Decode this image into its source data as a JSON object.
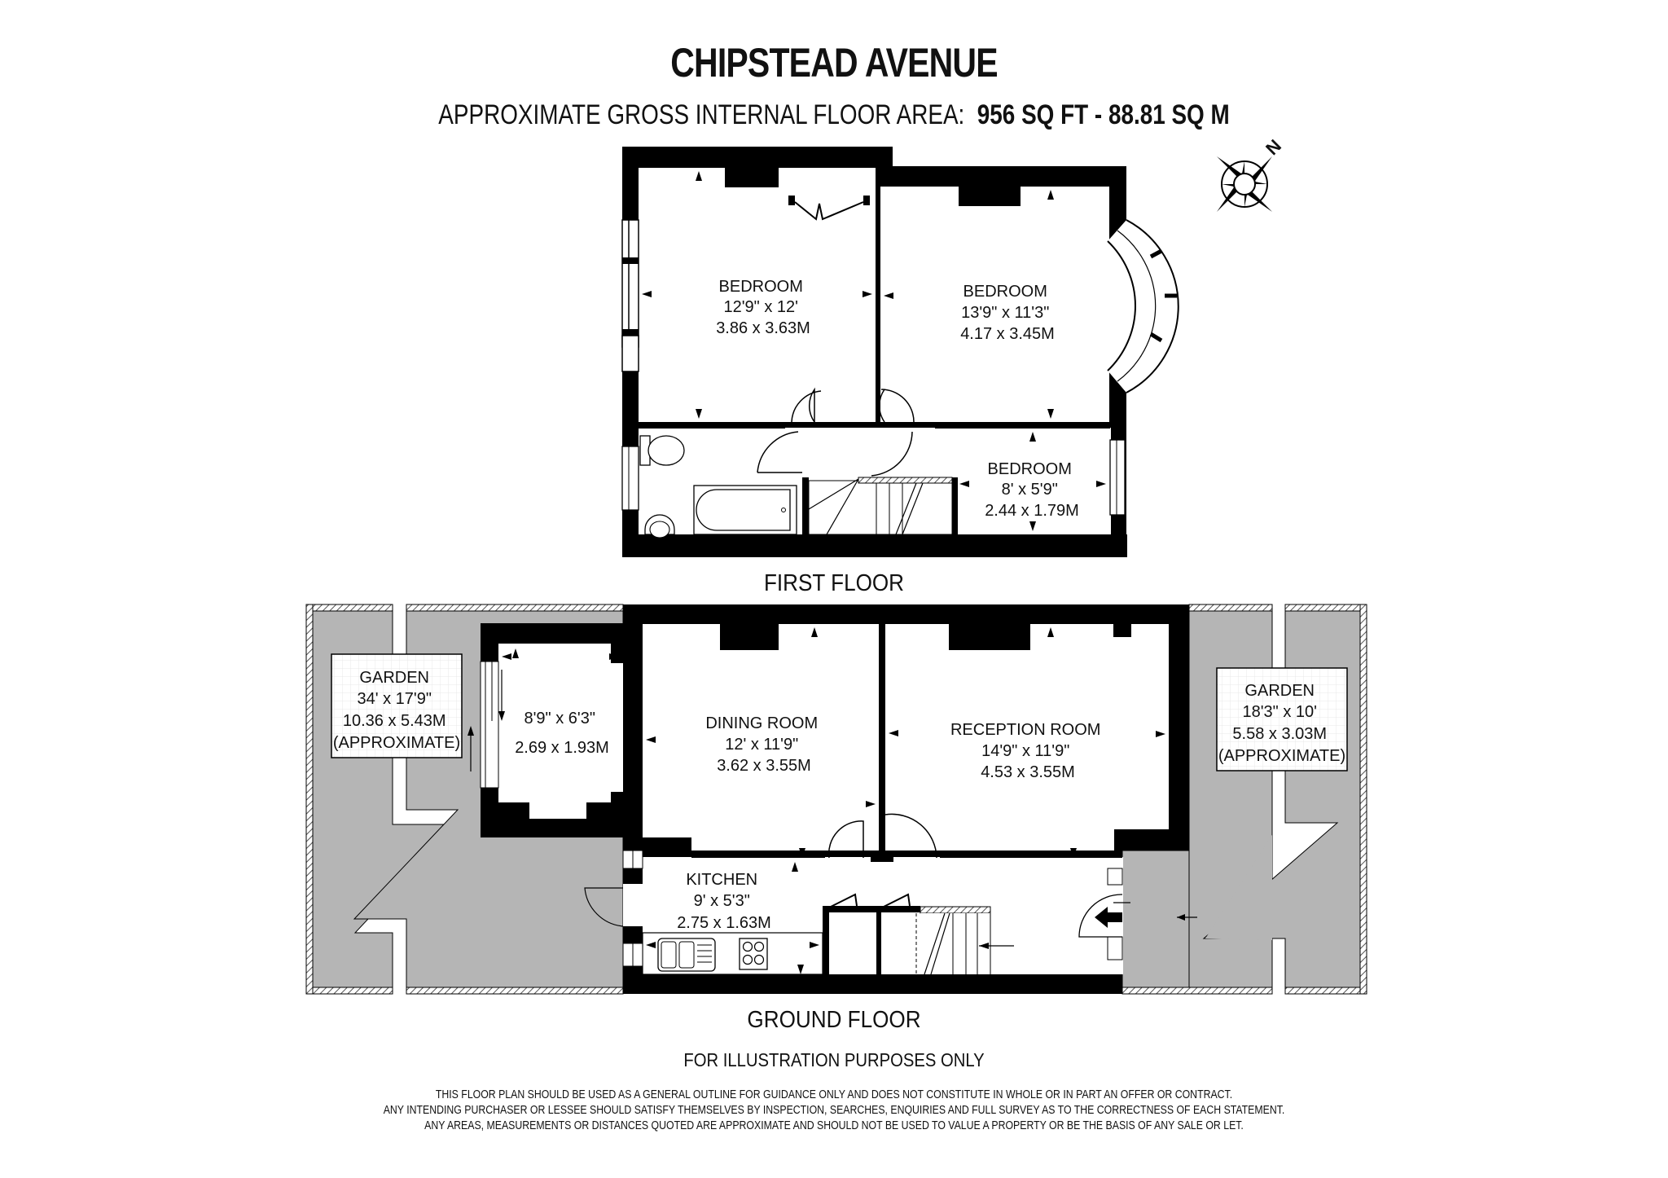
{
  "header": {
    "title": "CHIPSTEAD AVENUE",
    "area_label": "APPROXIMATE GROSS INTERNAL FLOOR AREA:",
    "area_sqft": "956 SQ FT",
    "area_separator": "-",
    "area_sqm": "88.81 SQ M"
  },
  "compass": {
    "icon": "compass-rose-icon",
    "north_label": "N"
  },
  "first_floor": {
    "label": "FIRST FLOOR",
    "rooms": [
      {
        "name": "BEDROOM",
        "imperial": "12'9\" x 12'",
        "metric": "3.86 x 3.63M"
      },
      {
        "name": "BEDROOM",
        "imperial": "13'9\" x 11'3\"",
        "metric": "4.17 x 3.45M"
      },
      {
        "name": "BEDROOM",
        "imperial": "8' x 5'9\"",
        "metric": "2.44 x 1.79M"
      }
    ],
    "fixtures": [
      "toilet-icon",
      "bath-icon",
      "basin-icon",
      "staircase-icon"
    ]
  },
  "ground_floor": {
    "label": "GROUND FLOOR",
    "rooms": [
      {
        "name": "",
        "imperial": "8'9\" x 6'3\"",
        "metric": "2.69 x 1.93M"
      },
      {
        "name": "DINING ROOM",
        "imperial": "12' x 11'9\"",
        "metric": "3.62 x 3.55M"
      },
      {
        "name": "RECEPTION ROOM",
        "imperial": "14'9\" x 11'9\"",
        "metric": "4.53 x 3.55M"
      },
      {
        "name": "KITCHEN",
        "imperial": "9' x 5'3\"",
        "metric": "2.75 x 1.63M"
      }
    ],
    "gardens": [
      {
        "name": "GARDEN",
        "imperial": "34' x 17'9\"",
        "metric": "10.36 x 5.43M",
        "note": "(APPROXIMATE)"
      },
      {
        "name": "GARDEN",
        "imperial": "18'3\" x 10'",
        "metric": "5.58 x 3.03M",
        "note": "(APPROXIMATE)"
      }
    ],
    "fixtures": [
      "sink-icon",
      "hob-icon",
      "staircase-icon",
      "entrance-arrow-icon"
    ]
  },
  "footer": {
    "illustration_note": "FOR ILLUSTRATION PURPOSES ONLY",
    "disclaimer": [
      "THIS FLOOR PLAN SHOULD BE USED AS A GENERAL OUTLINE FOR GUIDANCE ONLY AND DOES NOT CONSTITUTE IN WHOLE OR IN PART AN OFFER OR CONTRACT.",
      "ANY INTENDING PURCHASER OR LESSEE SHOULD SATISFY THEMSELVES BY INSPECTION, SEARCHES, ENQUIRIES AND FULL SURVEY AS TO THE CORRECTNESS OF EACH STATEMENT.",
      "ANY AREAS, MEASUREMENTS OR DISTANCES QUOTED ARE APPROXIMATE AND SHOULD NOT BE USED TO VALUE A PROPERTY OR BE THE BASIS OF ANY SALE OR LET."
    ]
  },
  "colors": {
    "wall": "#000000",
    "garden": "#b5b5b5",
    "background": "#ffffff",
    "text": "#111111"
  }
}
